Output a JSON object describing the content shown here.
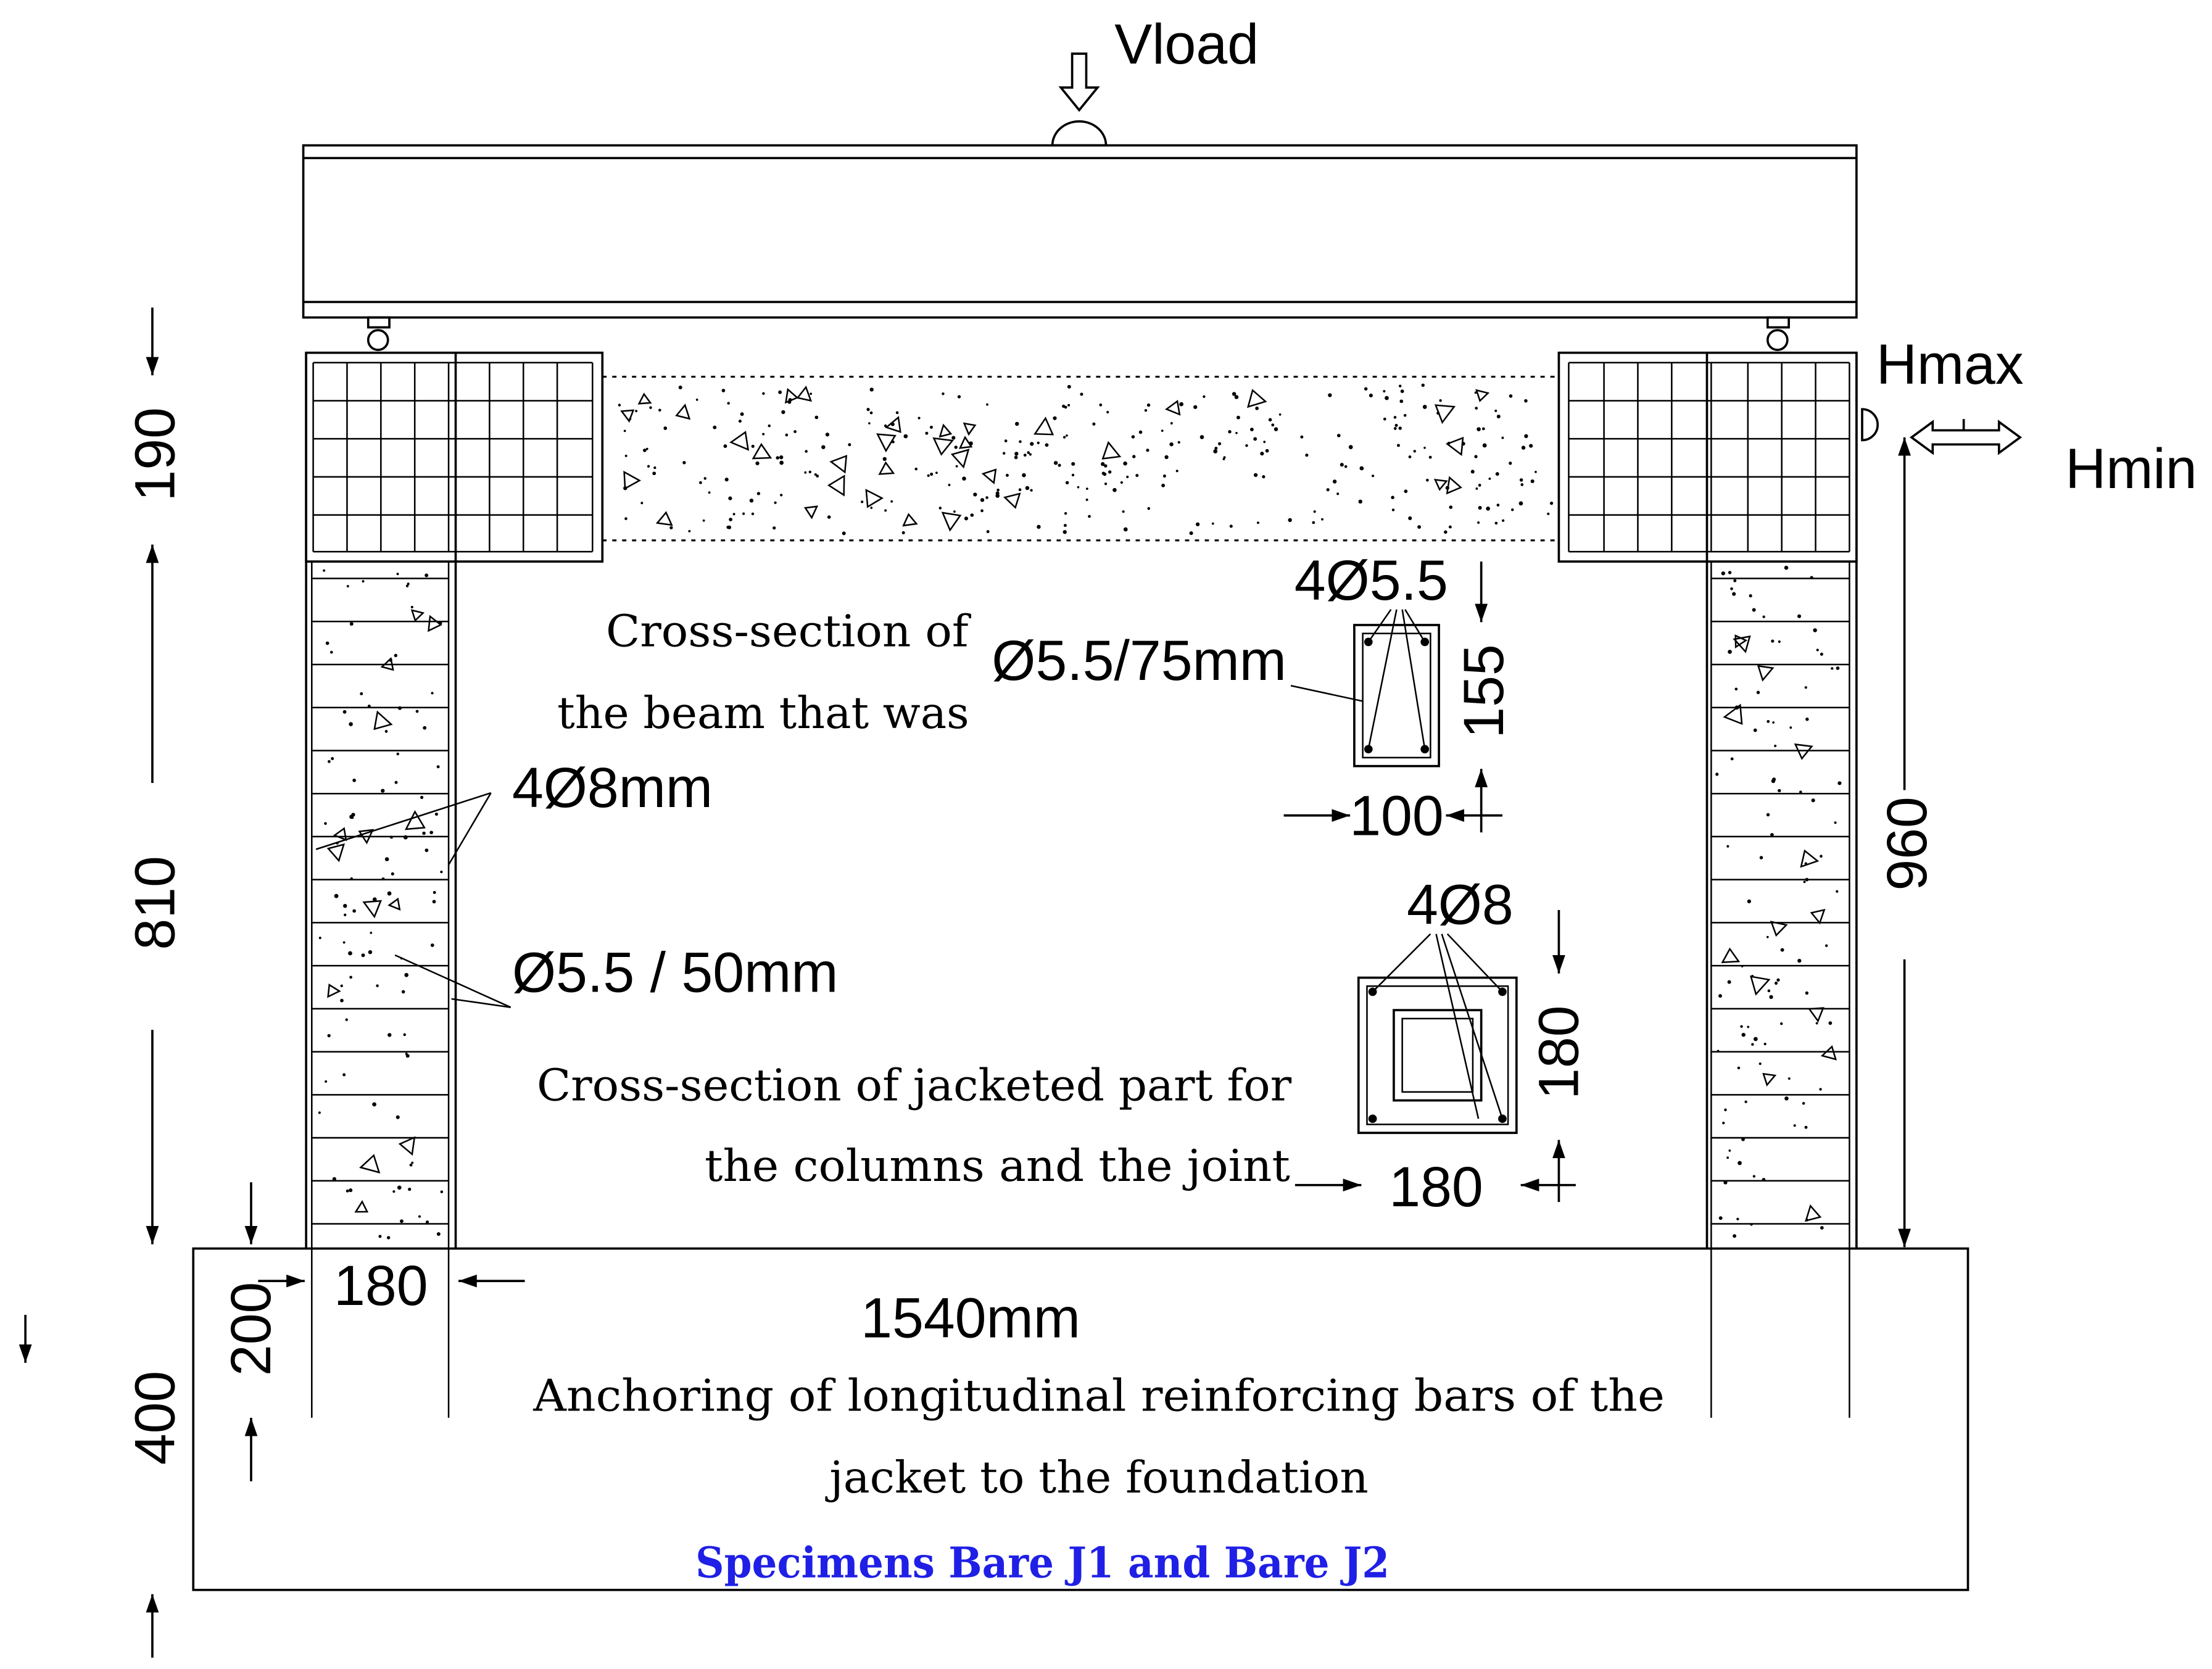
{
  "labels": {
    "vload": "Vload",
    "hmax": "Hmax",
    "hmin": "Hmin"
  },
  "dimensions": {
    "joint_height": "190",
    "column_height": "810",
    "foundation_height": "400",
    "anchorage_depth": "200",
    "column_width": "180",
    "span": "1540mm",
    "load_height": "960",
    "beam_section_height": "155",
    "beam_section_width": "100",
    "jacket_section_height": "180",
    "jacket_section_width": "180"
  },
  "beam_section": {
    "caption_line1": "Cross-section of",
    "caption_line2": "the beam that was",
    "longitudinal_bars": "4Ø5.5",
    "stirrups": "Ø5.5/75mm"
  },
  "column_reinforcement": {
    "longitudinal_bars": "4Ø8mm",
    "stirrups": "Ø5.5 / 50mm"
  },
  "jacket_section": {
    "caption_line1": "Cross-section of jacketed part for",
    "caption_line2": "the columns and the joint",
    "longitudinal_bars": "4Ø8"
  },
  "foundation_note": {
    "line1": "Anchoring of longitudinal reinforcing bars of the",
    "line2": "jacket to the foundation"
  },
  "title": "Specimens Bare J1 and Bare J2",
  "colors": {
    "line": "#000000",
    "title": "#1f1fe6",
    "background": "#ffffff"
  }
}
